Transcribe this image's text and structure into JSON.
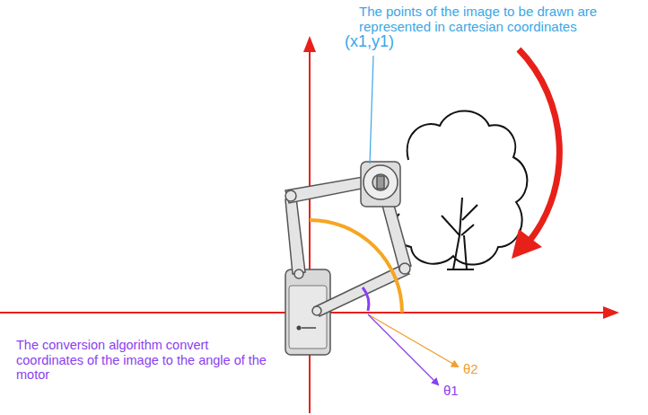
{
  "diagram": {
    "labels": [
      "The points of the image to be drawn are represented in cartesian coordinates",
      "(x1,y1)",
      "θ2",
      "θ1",
      "The conversion algorithm convert coordinates of the image to the angle of the motor"
    ]
  }
}
